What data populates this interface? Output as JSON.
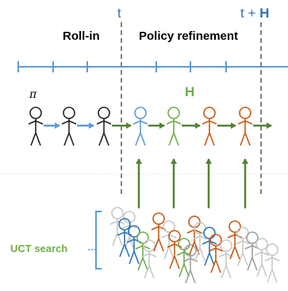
{
  "labels": {
    "t": "t",
    "t_plus": "t + ",
    "H_top": "H",
    "roll_in": "Roll-in",
    "policy_refinement": "Policy refinement",
    "pi": "π",
    "H_mid": "H",
    "uct_search": "UCT search"
  },
  "colors": {
    "blue": "#5b9bd5",
    "dark_blue": "#2e75b6",
    "green": "#70ad47",
    "orange": "#c55a11",
    "black": "#222222",
    "gray": "#9e9e9e",
    "light_gray": "#c8c8c8",
    "dash": "#7f7f7f"
  },
  "roll_in_agents": [
    "black",
    "black",
    "black"
  ],
  "refinement_agents": [
    "blue",
    "green",
    "orange",
    "orange"
  ],
  "icons": [
    "timeline-axis",
    "stick-figure-icon",
    "arrow-icon",
    "bracket-icon"
  ]
}
